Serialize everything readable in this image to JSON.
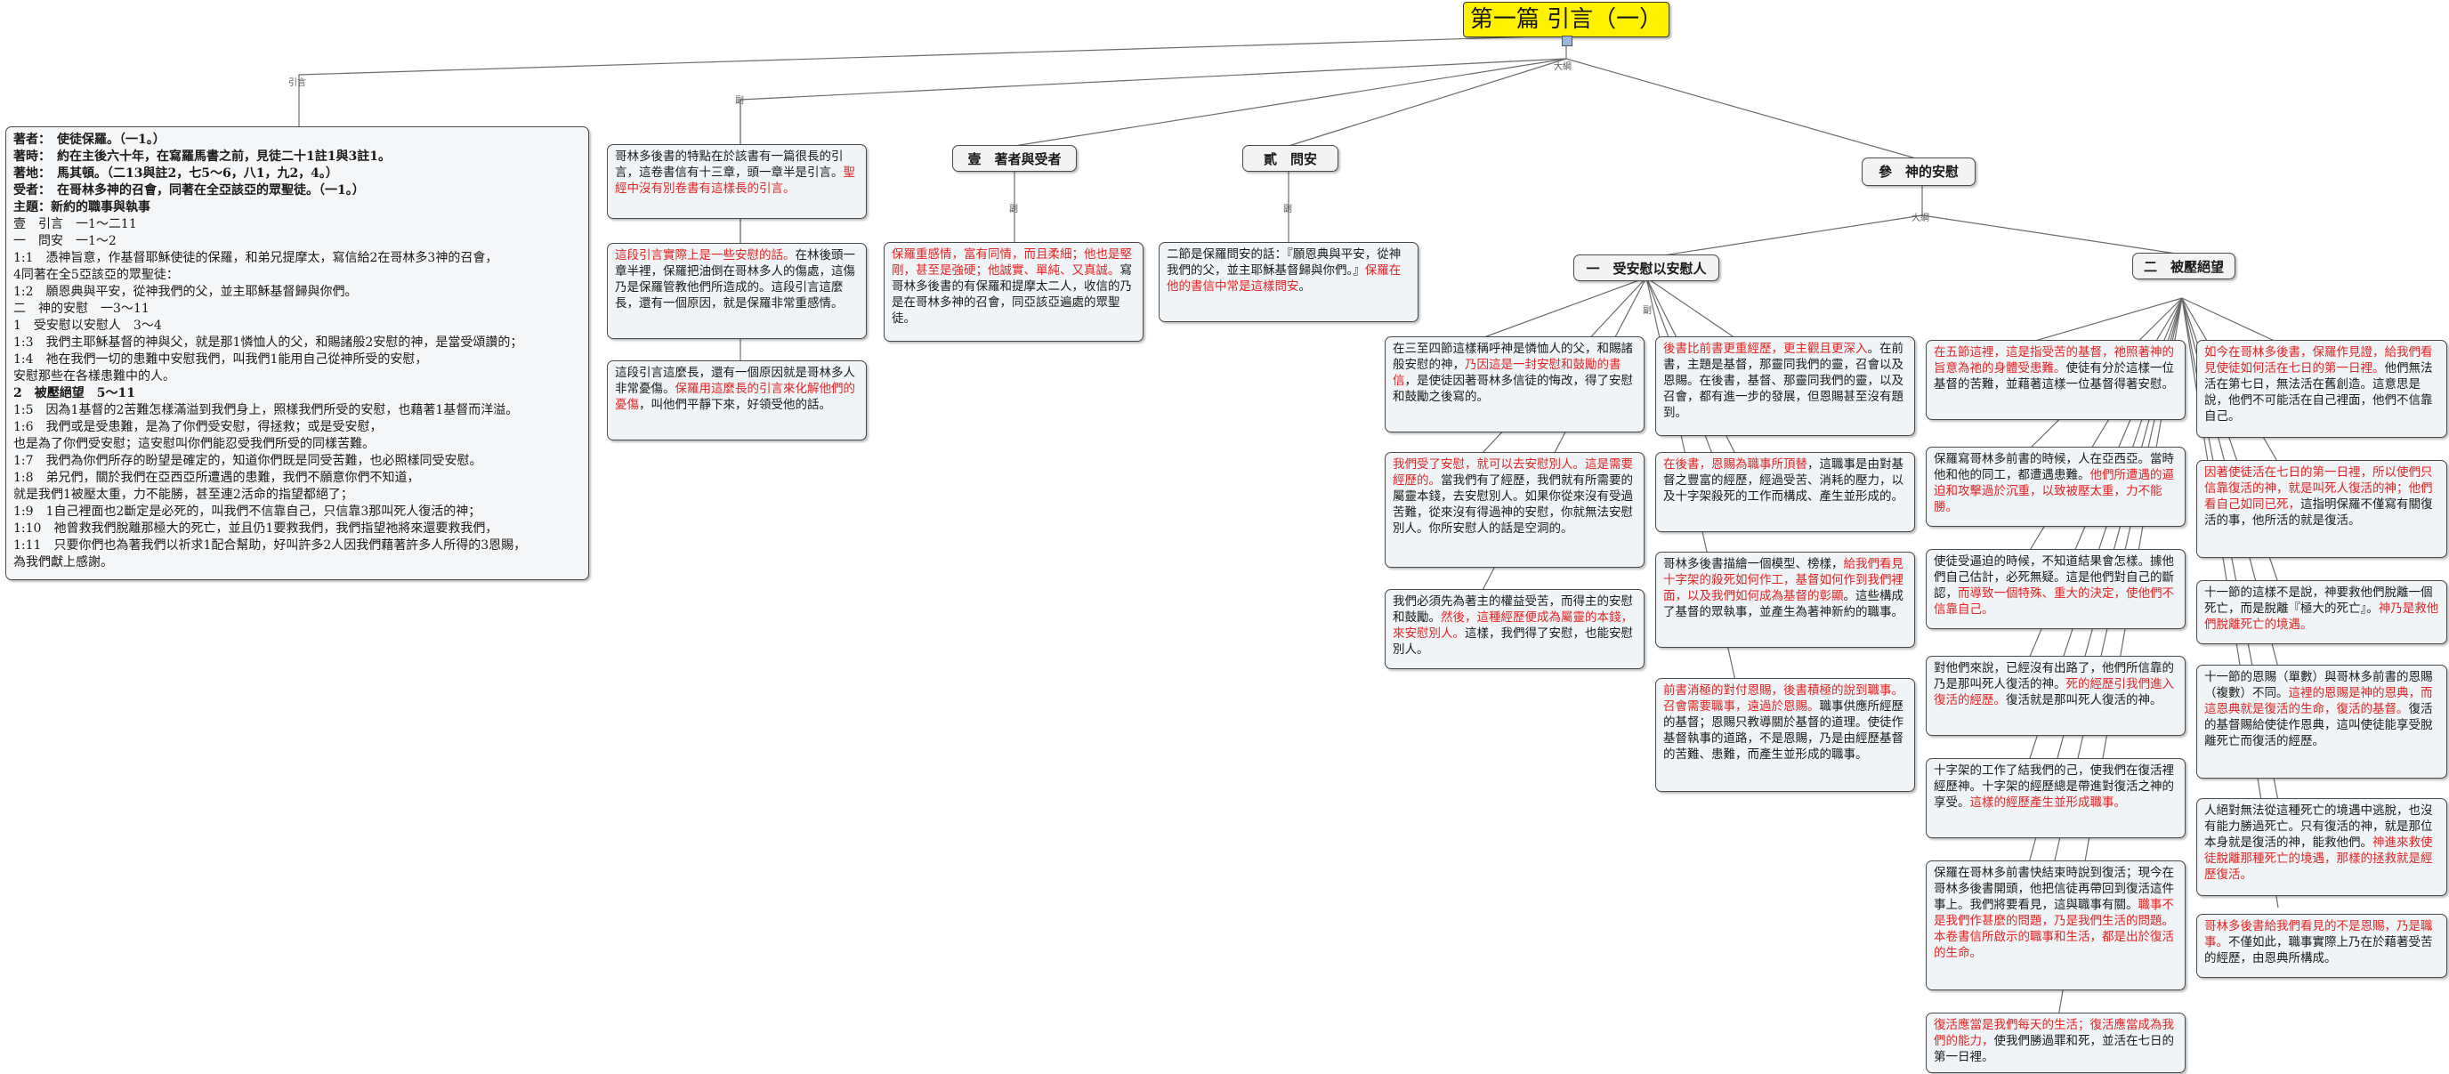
{
  "root": {
    "title": "第一篇 引言（一）"
  },
  "edge_labels": {
    "intro": "引言",
    "outline": "大綱",
    "tiny": "副"
  },
  "intro": [
    {
      "text": "著者：　使徒保羅。（一1。）",
      "bold": true
    },
    {
      "text": "著時：　約在主後六十年，在寫羅馬書之前，見徒二十1註1與3註1。",
      "bold": true
    },
    {
      "text": "著地：　馬其頓。（二13與註2，七5～6，八1，九2，4。）",
      "bold": true
    },
    {
      "text": "受者：　在哥林多神的召會，同著在全亞該亞的眾聖徒。（一1。）",
      "bold": true
    },
    {
      "text": "主題：新約的職事與執事",
      "bold": true
    },
    {
      "text": "壹　引言　一1～二11",
      "bold": false
    },
    {
      "text": "一　問安　一1～2",
      "bold": false
    },
    {
      "text": "1:1　憑神旨意，作基督耶穌使徒的保羅，和弟兄提摩太，寫信給2在哥林多3神的召會，",
      "bold": false
    },
    {
      "text": "4同著在全5亞該亞的眾聖徒：",
      "bold": false
    },
    {
      "text": "1:2　願恩典與平安，從神我們的父，並主耶穌基督歸與你們。",
      "bold": false
    },
    {
      "text": "二　神的安慰　一3～11",
      "bold": false
    },
    {
      "text": "1　受安慰以安慰人　3～4",
      "bold": false
    },
    {
      "text": "1:3　我們主耶穌基督的神與父，就是那1憐恤人的父，和賜諸般2安慰的神，是當受頌讚的；",
      "bold": false
    },
    {
      "text": "1:4　祂在我們一切的患難中安慰我們，叫我們1能用自己從神所受的安慰，",
      "bold": false
    },
    {
      "text": "安慰那些在各樣患難中的人。",
      "bold": false
    },
    {
      "text": "2　被壓絕望　5～11",
      "bold": true
    },
    {
      "text": "1:5　因為1基督的2苦難怎樣滿溢到我們身上，照樣我們所受的安慰，也藉著1基督而洋溢。",
      "bold": false
    },
    {
      "text": "1:6　我們或是受患難，是為了你們受安慰，得拯救；或是受安慰，",
      "bold": false
    },
    {
      "text": "也是為了你們受安慰；這安慰叫你們能忍受我們所受的同樣苦難。",
      "bold": false
    },
    {
      "text": "1:7　我們為你們所存的盼望是確定的，知道你們既是同受苦難，也必照樣同受安慰。",
      "bold": false
    },
    {
      "text": "1:8　弟兄們，關於我們在亞西亞所遭遇的患難，我們不願意你們不知道，",
      "bold": false
    },
    {
      "text": "就是我們1被壓太重，力不能勝，甚至連2活命的指望都絕了；",
      "bold": false
    },
    {
      "text": "1:9　1自己裡面也2斷定是必死的，叫我們不信靠自己，只信靠3那叫死人復活的神；",
      "bold": false
    },
    {
      "text": "1:10　祂曾救我們脫離那極大的死亡，並且仍1要救我們，我們指望祂將來還要救我們，",
      "bold": false
    },
    {
      "text": "1:11　只要你們也為著我們以祈求1配合幫助，好叫許多2人因我們藉著許多人所得的3恩賜，",
      "bold": false
    },
    {
      "text": "為我們獻上感謝。",
      "bold": false
    }
  ],
  "headers": {
    "h1": "壹　著者與受者",
    "h2": "貳　問安",
    "h3": "參　神的安慰",
    "h31": "一　受安慰以安慰人",
    "h32": "二　被壓絕望"
  },
  "nodes": [
    {
      "id": "g1",
      "parts": [
        {
          "t": "哥林多後書的特點在於該書有一篇很長的引言，這卷書信有十三章，頭一章半是引言。"
        },
        {
          "t": "聖經中沒有別卷書有這樣長的引言。",
          "red": true
        }
      ]
    },
    {
      "id": "g2",
      "parts": [
        {
          "t": "這段引言實際上是一些安慰的話。",
          "red": true
        },
        {
          "t": "在林後頭一章半裡，保羅把油倒在哥林多人的傷處，這傷乃是保羅管教他們所造成的。這段引言這麼長，還有一個原因，就是保羅非常重感情。"
        }
      ]
    },
    {
      "id": "g3",
      "parts": [
        {
          "t": "這段引言這麼長，還有一個原因就是哥林多人非常憂傷。"
        },
        {
          "t": "保羅用這麼長的引言來化解他們的憂傷",
          "red": true
        },
        {
          "t": "，叫他們平靜下來，好領受他的話。"
        }
      ]
    },
    {
      "id": "a1",
      "parts": [
        {
          "t": "保羅重感情，富有同情，而且柔細；他也是堅剛，甚至是強硬；他誠實、單純、又真誠。",
          "red": true
        },
        {
          "t": "寫哥林多後書的有保羅和提摩太二人，收信的乃是在哥林多神的召會，同亞該亞遍處的眾聖徒。"
        }
      ]
    },
    {
      "id": "b1",
      "parts": [
        {
          "t": "二節是保羅問安的話：『願恩典與平安，從神我們的父，並主耶穌基督歸與你們。』"
        },
        {
          "t": "保羅在他的書信中常是這樣問安",
          "red": true
        },
        {
          "t": "。"
        }
      ]
    },
    {
      "id": "c1",
      "parts": [
        {
          "t": "在三至四節這樣稱呼神是憐恤人的父，和賜諸般安慰的神，"
        },
        {
          "t": "乃因這是一封安慰和鼓勵的書信",
          "red": true
        },
        {
          "t": "，是使徒因著哥林多信徒的悔改，得了安慰和鼓勵之後寫的。"
        }
      ]
    },
    {
      "id": "c2",
      "parts": [
        {
          "t": "我們受了安慰，就可以去安慰別人。這是需要經歷的。",
          "red": true
        },
        {
          "t": "當我們有了經歷，我們就有所需要的屬靈本錢，去安慰別人。如果你從來沒有受過苦難，從來沒有得過神的安慰，你就無法安慰別人。你所安慰人的話是空洞的。"
        }
      ]
    },
    {
      "id": "c3",
      "parts": [
        {
          "t": "我們必須先為著主的權益受苦，而得主的安慰和鼓勵。"
        },
        {
          "t": "然後，這種經歷便成為屬靈的本錢，來安慰別人。",
          "red": true
        },
        {
          "t": "這樣，我們得了安慰，也能安慰別人。"
        }
      ]
    },
    {
      "id": "d1",
      "parts": [
        {
          "t": "後書比前書更重經歷，更主觀且更深入",
          "red": true
        },
        {
          "t": "。在前書，主題是基督，那靈同我們的靈，召會以及恩賜。在後書，基督、那靈同我們的靈，以及召會，都有進一步的發展，但恩賜甚至沒有題到。"
        }
      ]
    },
    {
      "id": "d2",
      "parts": [
        {
          "t": "在後書，恩賜為職事所頂替",
          "red": true
        },
        {
          "t": "，這職事是由對基督之豐富的經歷，經過受苦、消耗的壓力，以及十字架殺死的工作而構成、產生並形成的。"
        }
      ]
    },
    {
      "id": "d3",
      "parts": [
        {
          "t": "哥林多後書描繪一個模型、榜樣，"
        },
        {
          "t": "給我們看見十字架的殺死如何作工，基督如何作到我們裡面，以及我們如何成為基督的彰顯",
          "red": true
        },
        {
          "t": "。這些構成了基督的眾執事，並產生為著神新約的職事。"
        }
      ]
    },
    {
      "id": "d4",
      "parts": [
        {
          "t": "前書消極的對付恩賜，後書積極的說到職事。召會需要職事，遠過於恩賜。",
          "red": true
        },
        {
          "t": "職事供應所經歷的基督；恩賜只教導關於基督的道理。使徒作基督執事的道路，不是恩賜，乃是由經歷基督的苦難、患難，而產生並形成的職事。"
        }
      ]
    },
    {
      "id": "e1",
      "parts": [
        {
          "t": "在五節這裡，這是指受苦的基督，祂照著神的旨意為祂的身體受患難。",
          "red": true
        },
        {
          "t": "使徒有分於這樣一位基督的苦難，並藉著這樣一位基督得著安慰。"
        }
      ]
    },
    {
      "id": "e2",
      "parts": [
        {
          "t": "保羅寫哥林多前書的時候，人在亞西亞。當時他和他的同工，都遭遇患難。"
        },
        {
          "t": "他們所遭遇的逼迫和攻擊過於沉重，以致被壓太重，力不能勝。",
          "red": true
        }
      ]
    },
    {
      "id": "e3",
      "parts": [
        {
          "t": "使徒受逼迫的時候，不知道結果會怎樣。據他們自己估計，必死無疑。這是他們對自己的斷認，"
        },
        {
          "t": "而導致一個特殊、重大的決定，使他們不信靠自己。",
          "red": true
        }
      ]
    },
    {
      "id": "e4",
      "parts": [
        {
          "t": "對他們來說，已經沒有出路了，他們所信靠的乃是那叫死人復活的神。"
        },
        {
          "t": "死的經歷引我們進入復活的經歷。",
          "red": true
        },
        {
          "t": "復活就是那叫死人復活的神。"
        }
      ]
    },
    {
      "id": "e5",
      "parts": [
        {
          "t": "十字架的工作了結我們的己，使我們在復活裡經歷神。十字架的經歷總是帶進對復活之神的享受。"
        },
        {
          "t": "這樣的經歷產生並形成職事。",
          "red": true
        }
      ]
    },
    {
      "id": "e6",
      "parts": [
        {
          "t": "保羅在哥林多前書快結束時說到復活；現今在哥林多後書開頭，他把信徒再帶回到復活這件事上。我們將要看見，這與職事有關。"
        },
        {
          "t": "職事不是我們作甚麼的問題，乃是我們生活的問題。本卷書信所啟示的職事和生活，都是出於復活的生命。",
          "red": true
        }
      ]
    },
    {
      "id": "e7",
      "parts": [
        {
          "t": "復活應當是我們每天的生活；復活應當成為我們的能力，",
          "red": true
        },
        {
          "t": "使我們勝過罪和死，並活在七日的第一日裡。"
        }
      ]
    },
    {
      "id": "f1",
      "parts": [
        {
          "t": "如今在哥林多後書，保羅作見證，給我們看見使徒如何活在七日的第一日裡。",
          "red": true
        },
        {
          "t": "他們無法活在第七日，無法活在舊創造。這意思是說，他們不可能活在自己裡面，他們不信靠自己。"
        }
      ]
    },
    {
      "id": "f2",
      "parts": [
        {
          "t": "因著使徒活在七日的第一日裡，所以使們只信靠復活的神，就是叫死人復活的神；他們看自己如同已死，",
          "red": true
        },
        {
          "t": "這指明保羅不僅寫有關復活的事，他所活的就是復活。"
        }
      ]
    },
    {
      "id": "f3",
      "parts": [
        {
          "t": "十一節的這樣不是說，神要救他們脫離一個死亡，而是脫離『極大的死亡』。"
        },
        {
          "t": "神乃是救他們脫離死亡的境遇。",
          "red": true
        }
      ]
    },
    {
      "id": "f4",
      "parts": [
        {
          "t": "十一節的恩賜（單數）與哥林多前書的恩賜（複數）不同。"
        },
        {
          "t": "這裡的恩賜是神的恩典，而這恩典就是復活的生命，復活的基督。",
          "red": true
        },
        {
          "t": "復活的基督賜給使徒作恩典，這叫使徒能享受脫離死亡而復活的經歷。"
        }
      ]
    },
    {
      "id": "f5",
      "parts": [
        {
          "t": "人絕對無法從這種死亡的境遇中逃脫，也沒有能力勝過死亡。只有復活的神，就是那位本身就是復活的神，能救他們。"
        },
        {
          "t": "神進來救使徒脫離那種死亡的境遇，那樣的拯救就是經歷復活。",
          "red": true
        }
      ]
    },
    {
      "id": "f6",
      "parts": [
        {
          "t": "哥林多後書給我們看見的不是恩賜，乃是職事。",
          "red": true
        },
        {
          "t": "不僅如此，職事實際上乃在於藉著受苦的經歷，由恩典所構成。"
        }
      ]
    }
  ]
}
